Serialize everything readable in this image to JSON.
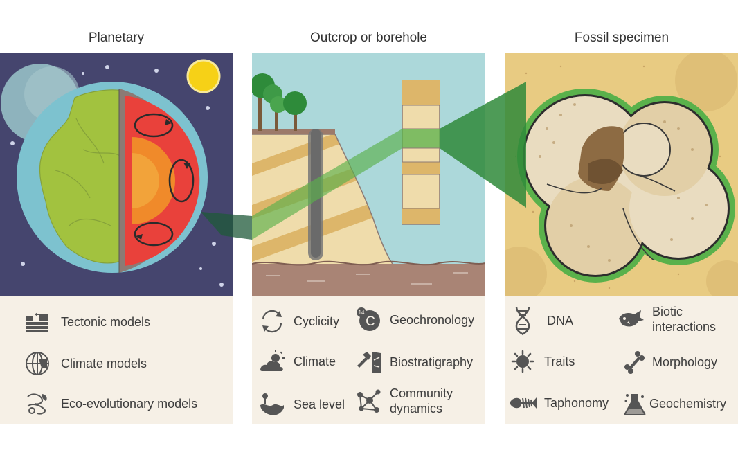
{
  "panels": [
    {
      "title": "Planetary",
      "items": [
        {
          "label": "Tectonic models",
          "icon": "tectonic-icon"
        },
        {
          "label": "Climate models",
          "icon": "globe-icon"
        },
        {
          "label": "Eco-evolutionary models",
          "icon": "ecosystem-icon"
        }
      ]
    },
    {
      "title": "Outcrop or borehole",
      "items": [
        {
          "label": "Cyclicity",
          "icon": "cycle-arrows-icon"
        },
        {
          "label": "Geochronology",
          "icon": "carbon-14-icon",
          "icon_text": "14C"
        },
        {
          "label": "Climate",
          "icon": "sun-cloud-icon"
        },
        {
          "label": "Biostratigraphy",
          "icon": "rock-hammer-icon"
        },
        {
          "label": "Sea level",
          "icon": "sea-level-icon"
        },
        {
          "label": "Community dynamics",
          "icon": "network-icon"
        }
      ]
    },
    {
      "title": "Fossil specimen",
      "items": [
        {
          "label": "DNA",
          "icon": "dna-icon"
        },
        {
          "label": "Biotic interactions",
          "icon": "fish-bite-icon"
        },
        {
          "label": "Traits",
          "icon": "spiky-cell-icon"
        },
        {
          "label": "Morphology",
          "icon": "bone-icon"
        },
        {
          "label": "Taphonomy",
          "icon": "fish-skeleton-icon"
        },
        {
          "label": "Geochemistry",
          "icon": "flask-icon"
        }
      ]
    }
  ],
  "colors": {
    "night_sky": "#45456e",
    "ocean": "#7dc2cf",
    "land": "#a2c23f",
    "mantle": "#e9413b",
    "core": "#f08a2a",
    "sun": "#f6d117",
    "sky": "#acd8da",
    "strata_light": "#efdcab",
    "strata_dark": "#ddb66a",
    "seafloor": "#a98475",
    "sand": "#e8cb82",
    "shell": "#e9dcc0",
    "highlight_green": "#5ab14b",
    "legend_bg": "#f6f0e6",
    "icon_grey": "#555555"
  }
}
